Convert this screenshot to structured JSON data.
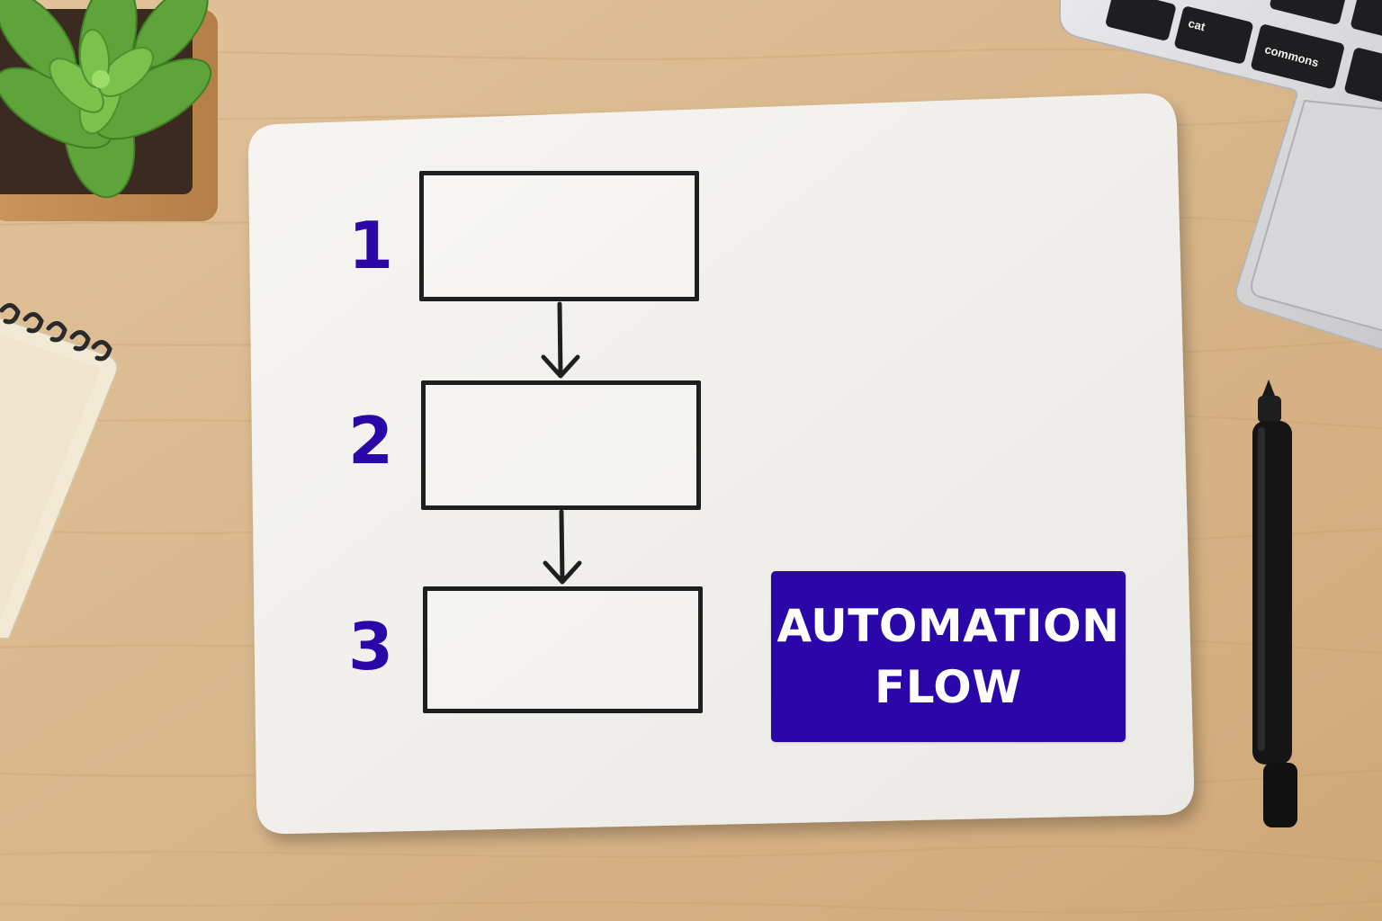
{
  "diagram": {
    "steps": [
      {
        "number": "1"
      },
      {
        "number": "2"
      },
      {
        "number": "3"
      }
    ],
    "label": {
      "line1": "AUTOMATION",
      "line2": "FLOW"
    }
  },
  "laptop": {
    "keys": [
      "cat",
      "commons"
    ]
  },
  "colors": {
    "accent": "#2b06a8",
    "desk": "#d9b98f",
    "board": "#f1f0ed",
    "ink": "#1f1f1f"
  },
  "icons": {
    "plant": "succulent-plant-icon",
    "notebook": "spiral-notebook-icon",
    "laptop": "laptop-icon",
    "marker": "marker-pen-icon"
  }
}
